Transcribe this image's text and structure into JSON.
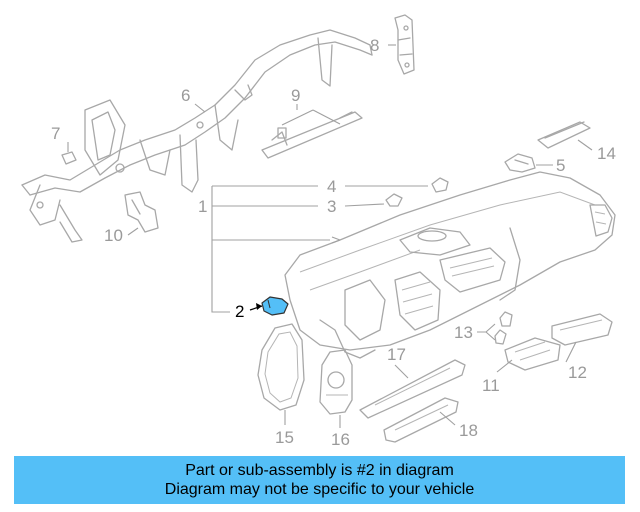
{
  "diagram": {
    "callouts": {
      "c1": "1",
      "c2": "2",
      "c3": "3",
      "c4": "4",
      "c5": "5",
      "c6": "6",
      "c7": "7",
      "c8": "8",
      "c9": "9",
      "c10": "10",
      "c11": "11",
      "c12": "12",
      "c13": "13",
      "c14": "14",
      "c15": "15",
      "c16": "16",
      "c17": "17",
      "c18": "18"
    },
    "highlighted_part": "2",
    "colors": {
      "highlight": "#54bff7",
      "linework": "#a8a8a8",
      "banner": "#54bff7"
    }
  },
  "banner": {
    "line1": "Part or sub-assembly is #2 in diagram",
    "line2": "Diagram may not be specific to your vehicle"
  }
}
